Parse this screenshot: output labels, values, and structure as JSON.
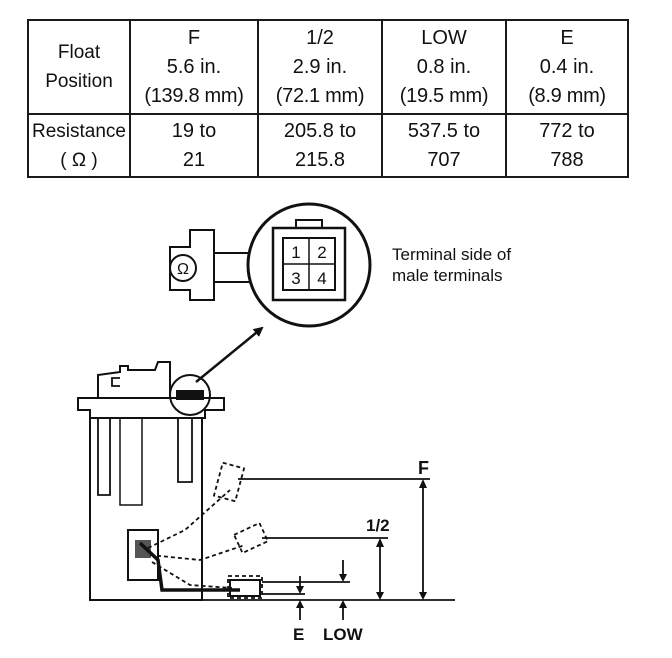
{
  "table": {
    "header_label": [
      "Float",
      "Position"
    ],
    "columns": [
      {
        "name": "F",
        "inches": "5.6 in.",
        "mm": "(139.8 mm)",
        "resistance": [
          "19 to",
          "21"
        ]
      },
      {
        "name": "1/2",
        "inches": "2.9 in.",
        "mm": "(72.1 mm)",
        "resistance": [
          "205.8 to",
          "215.8"
        ]
      },
      {
        "name": "LOW",
        "inches": "0.8 in.",
        "mm": "(19.5 mm)",
        "resistance": [
          "537.5 to",
          "707"
        ]
      },
      {
        "name": "E",
        "inches": "0.4 in.",
        "mm": "(8.9 mm)",
        "resistance": [
          "772 to",
          "788"
        ]
      }
    ],
    "resistance_label": [
      "Resistance",
      "( Ω )"
    ]
  },
  "connector": {
    "terminals": [
      "1",
      "2",
      "3",
      "4"
    ],
    "caption": [
      "Terminal side of",
      "male terminals"
    ],
    "meter_symbol": "Ω"
  },
  "levels": {
    "F": "F",
    "half": "1/2",
    "low": "LOW",
    "empty": "E"
  }
}
